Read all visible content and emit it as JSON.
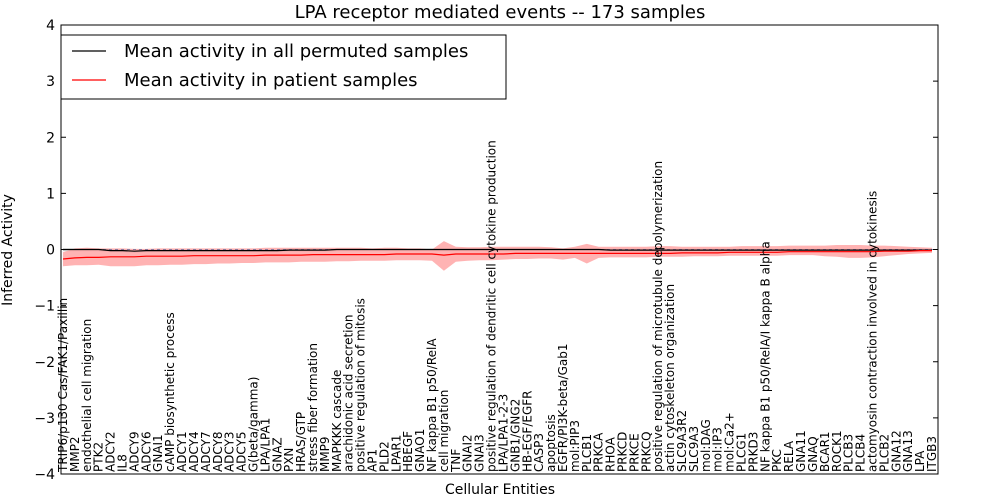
{
  "chart_data": {
    "type": "line",
    "title": "LPA receptor mediated events -- 173 samples",
    "xlabel": "Cellular Entities",
    "ylabel": "Inferred Activity",
    "ylim": [
      -4,
      4
    ],
    "yticks": [
      -4,
      -3,
      -2,
      -1,
      0,
      1,
      2,
      3,
      4
    ],
    "grid": false,
    "legend_position": "top-left",
    "colors": {
      "permuted": "#000000",
      "patient": "#ff0000",
      "band": "#ff9a9a",
      "permuted_band": "#c8c8c8"
    },
    "categories": [
      "TRIP6/p130 Cas/FAK1/Paxillin",
      "MMP2",
      "endothelial cell migration",
      "PTK2",
      "ADCY2",
      "IL8",
      "ADCY9",
      "ADCY6",
      "GNAI1",
      "cAMP biosynthetic process",
      "ADCY1",
      "ADCY4",
      "ADCY7",
      "ADCY8",
      "ADCY3",
      "ADCY5",
      "G(beta/gamma)",
      "LPA/LPA1",
      "GNAZ",
      "PXN",
      "HRAS/GTP",
      "stress fiber formation",
      "MMP9",
      "MAPKKK cascade",
      "arachidonic acid secretion",
      "positive regulation of mitosis",
      "AP1",
      "PLD2",
      "LPAR1",
      "HBEGF",
      "GNAO1",
      "NF kappa B1 p50/RelA",
      "cell migration",
      "TNF",
      "GNAI2",
      "GNAI3",
      "positive regulation of dendritic cell cytokine production",
      "LPA/LPA1-2-3",
      "GNB1/GNG2",
      "HB-EGF/EGFR",
      "CASP3",
      "apoptosis",
      "EGFR/PI3K-beta/Gab1",
      "mol:PIP3",
      "PLCB1",
      "PRKCA",
      "RHOA",
      "PRKCD",
      "PRKCE",
      "PRKCQ",
      "positive regulation of microtubule depolymerization",
      "actin cytoskeleton organization",
      "SLC9A3R2",
      "SLC9A3",
      "mol:DAG",
      "mol:IP3",
      "mol:Ca2+",
      "PLCG1",
      "PRKD3",
      "NF kappa B1 p50/RelA/I kappa B alpha",
      "PKC",
      "RELA",
      "GNA11",
      "GNAQ",
      "BCAR1",
      "ROCK1",
      "PLCB3",
      "PLCB4",
      "actomyosin contraction involved in cytokinesis",
      "PLCB2",
      "GNA12",
      "GNA13",
      "LPA",
      "ITGB3"
    ],
    "series": [
      {
        "name": "Mean activity in all permuted samples",
        "values": [
          0.0,
          0.0,
          0.0,
          0.0,
          -0.02,
          -0.02,
          -0.03,
          -0.02,
          -0.02,
          -0.02,
          -0.02,
          -0.02,
          -0.02,
          -0.02,
          -0.02,
          -0.02,
          -0.02,
          -0.02,
          -0.02,
          -0.01,
          -0.01,
          -0.01,
          -0.01,
          0.0,
          0.0,
          0.0,
          0.0,
          0.0,
          0.0,
          0.0,
          0.0,
          0.0,
          0.0,
          0.0,
          0.0,
          0.0,
          0.0,
          0.0,
          0.0,
          0.0,
          0.0,
          0.0,
          0.0,
          0.0,
          0.0,
          0.0,
          -0.01,
          -0.01,
          -0.01,
          -0.01,
          -0.01,
          -0.01,
          -0.01,
          -0.01,
          -0.01,
          -0.01,
          -0.01,
          -0.01,
          -0.01,
          -0.01,
          -0.01,
          -0.01,
          -0.01,
          -0.01,
          -0.01,
          -0.01,
          -0.01,
          -0.01,
          -0.01,
          -0.01,
          -0.01,
          -0.01,
          -0.01,
          -0.01
        ]
      },
      {
        "name": "Mean activity in patient samples",
        "values": [
          -0.17,
          -0.15,
          -0.14,
          -0.14,
          -0.13,
          -0.13,
          -0.13,
          -0.12,
          -0.12,
          -0.12,
          -0.12,
          -0.11,
          -0.11,
          -0.11,
          -0.11,
          -0.11,
          -0.11,
          -0.1,
          -0.1,
          -0.1,
          -0.1,
          -0.09,
          -0.09,
          -0.09,
          -0.09,
          -0.09,
          -0.09,
          -0.09,
          -0.08,
          -0.08,
          -0.08,
          -0.08,
          -0.1,
          -0.08,
          -0.08,
          -0.08,
          -0.08,
          -0.08,
          -0.07,
          -0.07,
          -0.07,
          -0.07,
          -0.07,
          -0.07,
          -0.07,
          -0.07,
          -0.07,
          -0.07,
          -0.07,
          -0.07,
          -0.07,
          -0.07,
          -0.06,
          -0.06,
          -0.06,
          -0.06,
          -0.05,
          -0.05,
          -0.05,
          -0.05,
          -0.05,
          -0.04,
          -0.04,
          -0.04,
          -0.04,
          -0.04,
          -0.04,
          -0.04,
          -0.04,
          -0.03,
          -0.03,
          -0.03,
          -0.02,
          -0.02
        ]
      }
    ],
    "band_upper": [
      -0.05,
      0.02,
      0.03,
      0.02,
      0.02,
      0.02,
      0.01,
      0.01,
      0.02,
      0.02,
      0.02,
      0.02,
      0.02,
      0.02,
      0.02,
      0.02,
      0.02,
      0.03,
      0.03,
      0.03,
      0.03,
      0.03,
      0.03,
      0.03,
      0.03,
      0.03,
      0.02,
      0.03,
      0.03,
      0.02,
      0.02,
      0.0,
      0.15,
      0.05,
      0.04,
      0.04,
      0.05,
      0.05,
      0.05,
      0.05,
      0.05,
      0.04,
      0.02,
      0.05,
      0.1,
      0.05,
      0.05,
      0.05,
      0.05,
      0.05,
      0.06,
      0.06,
      0.05,
      0.05,
      0.05,
      0.05,
      0.05,
      0.06,
      0.06,
      0.06,
      0.06,
      0.07,
      0.07,
      0.07,
      0.07,
      0.08,
      0.08,
      0.08,
      0.07,
      0.07,
      0.06,
      0.05,
      0.04,
      0.03
    ],
    "band_lower": [
      -0.3,
      -0.28,
      -0.28,
      -0.27,
      -0.3,
      -0.3,
      -0.3,
      -0.28,
      -0.28,
      -0.27,
      -0.27,
      -0.26,
      -0.26,
      -0.25,
      -0.25,
      -0.24,
      -0.24,
      -0.23,
      -0.23,
      -0.23,
      -0.22,
      -0.22,
      -0.22,
      -0.21,
      -0.21,
      -0.2,
      -0.2,
      -0.2,
      -0.19,
      -0.19,
      -0.19,
      -0.2,
      -0.38,
      -0.22,
      -0.2,
      -0.19,
      -0.19,
      -0.18,
      -0.17,
      -0.17,
      -0.16,
      -0.16,
      -0.18,
      -0.15,
      -0.25,
      -0.15,
      -0.14,
      -0.14,
      -0.14,
      -0.14,
      -0.13,
      -0.13,
      -0.13,
      -0.12,
      -0.12,
      -0.12,
      -0.11,
      -0.11,
      -0.11,
      -0.11,
      -0.11,
      -0.1,
      -0.1,
      -0.1,
      -0.12,
      -0.13,
      -0.15,
      -0.15,
      -0.14,
      -0.12,
      -0.1,
      -0.08,
      -0.07,
      -0.06
    ]
  }
}
